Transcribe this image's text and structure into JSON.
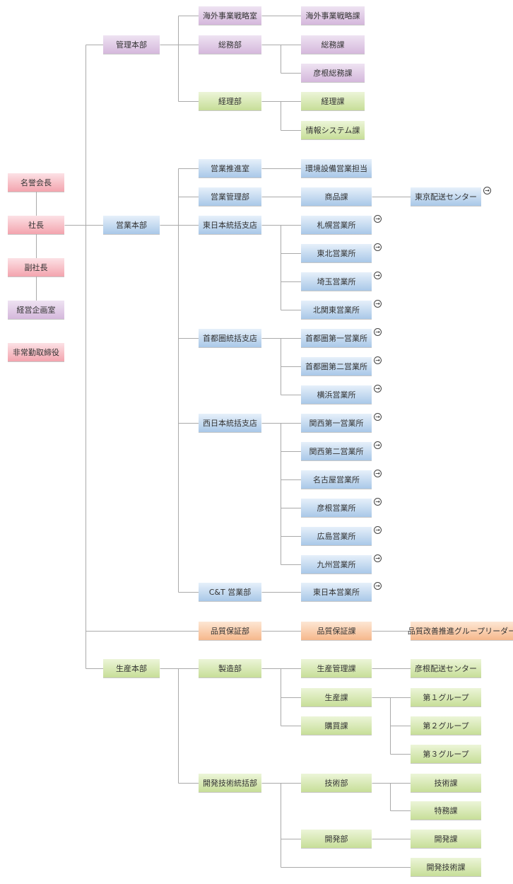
{
  "executive": {
    "honorary_chairman": "名誉会長",
    "president": "社長",
    "vice_president": "副社長",
    "planning_office": "経営企画室",
    "outside_directors": "非常勤取締役"
  },
  "admin": {
    "hq": "管理本部",
    "overseas_office": "海外事業戦略室",
    "overseas_section": "海外事業戦略課",
    "general_affairs_dept": "総務部",
    "general_affairs_section": "総務課",
    "hikone_general_section": "彦根総務課",
    "accounting_dept": "経理部",
    "accounting_section": "経理課",
    "info_systems_section": "情報システム課"
  },
  "sales": {
    "hq": "営業本部",
    "promotion_office": "営業推進室",
    "env_equipment": "環境設備営業担当",
    "management_dept": "営業管理部",
    "products_section": "商品課",
    "tokyo_distribution": "東京配送センター",
    "east_branch": "東日本統括支店",
    "sapporo": "札幌営業所",
    "tohoku": "東北営業所",
    "saitama": "埼玉営業所",
    "kita_kanto": "北関東営業所",
    "metro_branch": "首都圏統括支店",
    "metro_1": "首都圏第一営業所",
    "metro_2": "首都圏第二営業所",
    "yokohama": "横浜営業所",
    "west_branch": "西日本統括支店",
    "kansai_1": "関西第一営業所",
    "kansai_2": "関西第二営業所",
    "nagoya": "名古屋営業所",
    "hikone": "彦根営業所",
    "hiroshima": "広島営業所",
    "kyushu": "九州営業所",
    "ct_dept": "C&T 営業部",
    "east_japan_office": "東日本営業所"
  },
  "quality": {
    "dept": "品質保証部",
    "section": "品質保証課",
    "group_leader": "品質改善推進グループリーダー"
  },
  "production": {
    "hq": "生産本部",
    "manufacturing_dept": "製造部",
    "production_mgmt": "生産管理課",
    "hikone_distribution": "彦根配送センター",
    "production_section": "生産課",
    "group_1": "第１グループ",
    "group_2": "第２グループ",
    "group_3": "第３グループ",
    "purchasing": "購買課",
    "dev_tech_dept": "開発技術統括部",
    "tech_dept": "技術部",
    "tech_section": "技術課",
    "special_section": "特務課",
    "dev_dept": "開発部",
    "dev_section": "開発課",
    "dev_tech_section": "開発技術課"
  },
  "link_icon": "arrow-right-circle-icon",
  "link_glyph": "→",
  "colors": {
    "line": "#aaaaaa",
    "pink": "#f3a4ae",
    "purple": "#d5b8dc",
    "green": "#c7de98",
    "blue": "#a9c8e8",
    "orange": "#f6b88c"
  }
}
